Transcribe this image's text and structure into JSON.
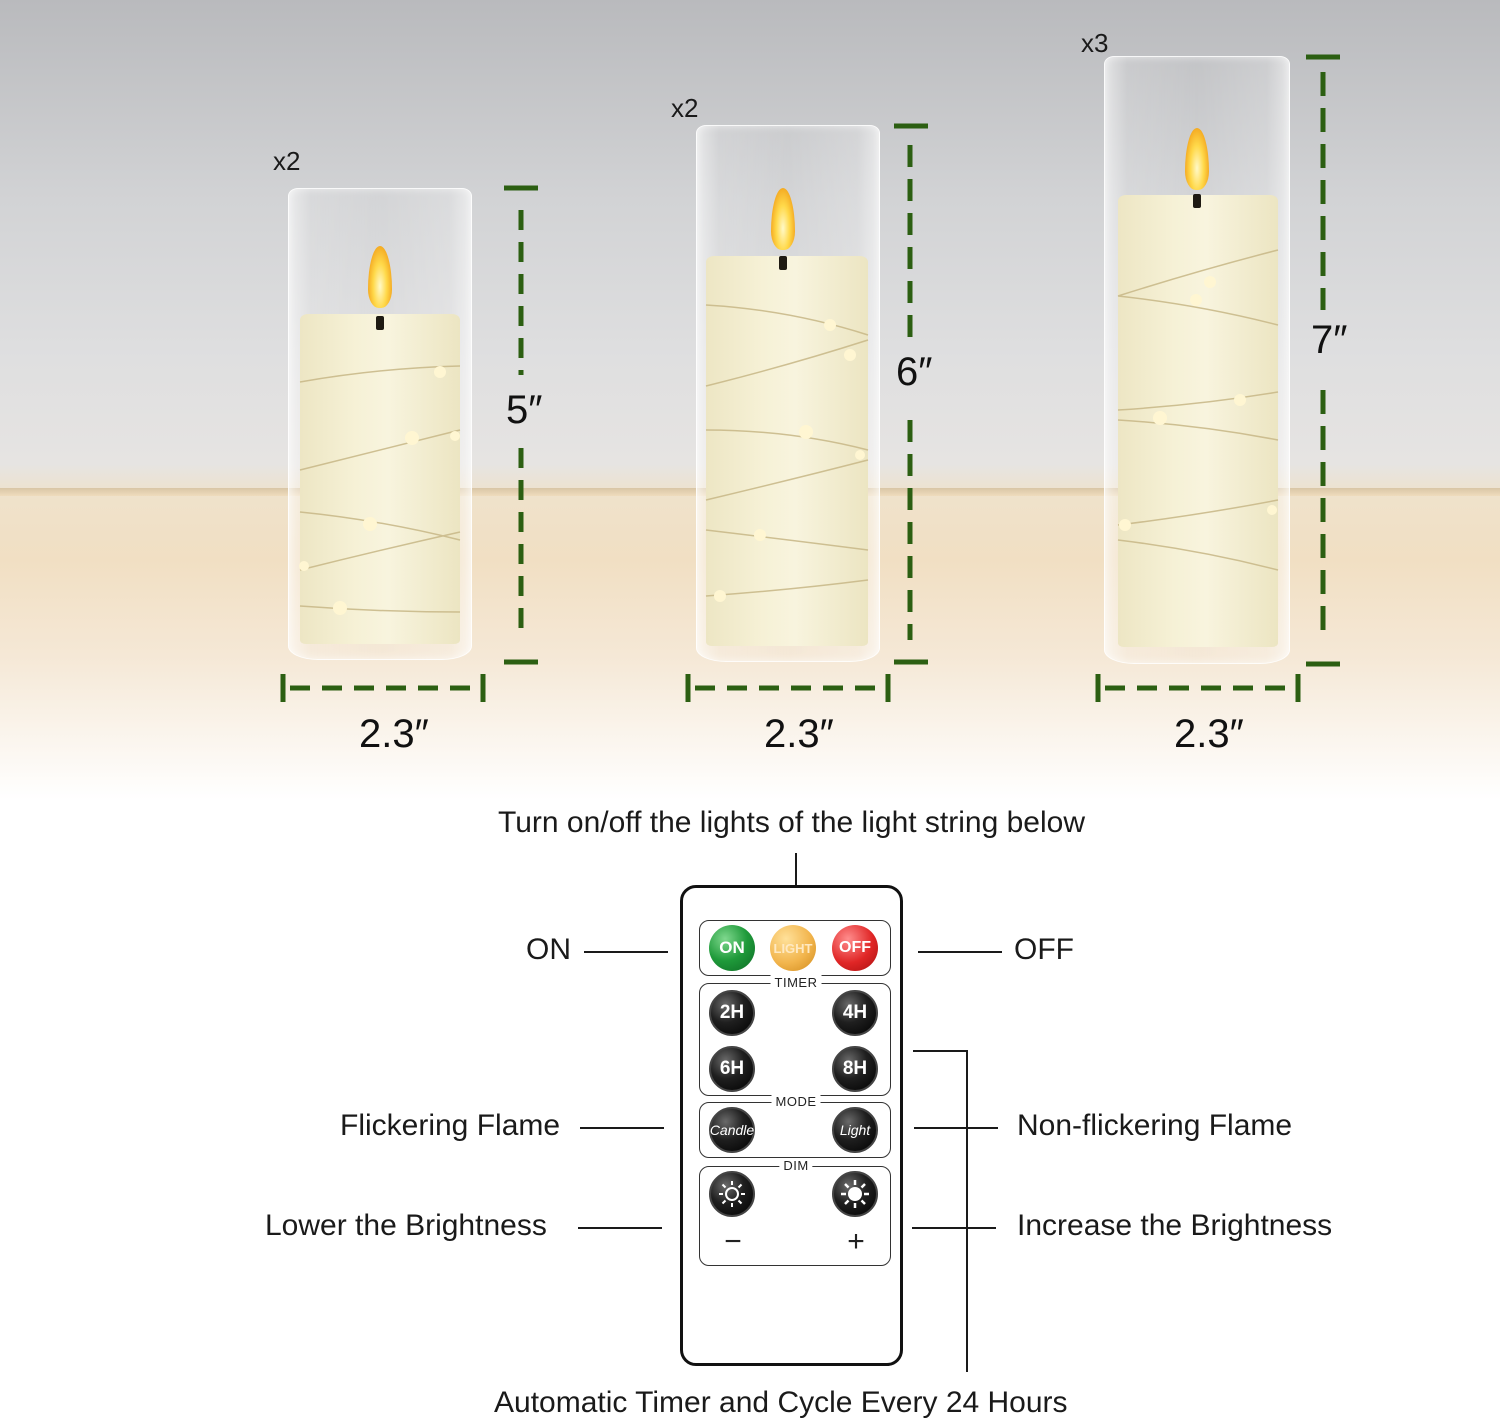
{
  "candles": [
    {
      "quantity": "x2",
      "height_label": "5″",
      "width_label": "2.3″"
    },
    {
      "quantity": "x2",
      "height_label": "6″",
      "width_label": "2.3″"
    },
    {
      "quantity": "x3",
      "height_label": "7″",
      "width_label": "2.3″"
    }
  ],
  "annotations": {
    "top": "Turn on/off the lights of the light string below",
    "on": "ON",
    "off": "OFF",
    "flickering": "Flickering Flame",
    "non_flickering": "Non-flickering Flame",
    "lower": "Lower the Brightness",
    "increase": "Increase the Brightness",
    "timer_cycle": "Automatic Timer and Cycle Every 24 Hours"
  },
  "remote": {
    "power_buttons": {
      "on": "ON",
      "light": "LIGHT",
      "off": "OFF"
    },
    "timer": {
      "title": "TIMER",
      "buttons": [
        "2H",
        "4H",
        "6H",
        "8H"
      ]
    },
    "mode": {
      "title": "MODE",
      "candle": "Candle",
      "light": "Light"
    },
    "dim": {
      "title": "DIM",
      "minus": "−",
      "plus": "+"
    }
  },
  "colors": {
    "dimension_lines": "#2c5f12",
    "on_button": "#1f9a3a",
    "light_button": "#f2b54d",
    "off_button": "#e02626"
  }
}
